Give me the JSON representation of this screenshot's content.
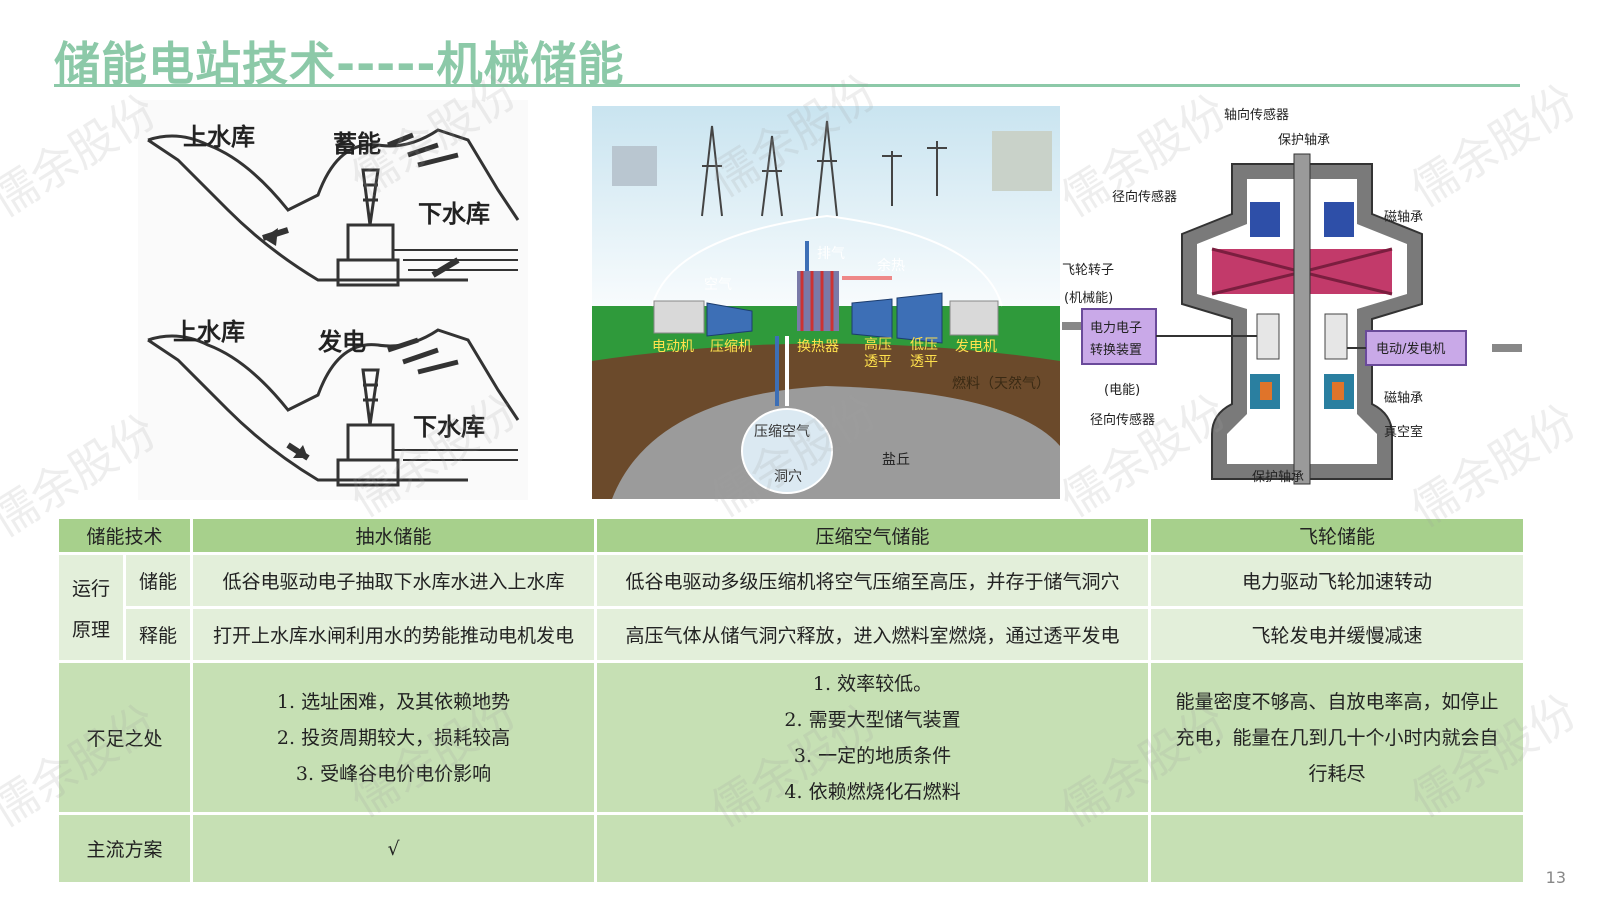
{
  "title": "储能电站技术-----机械储能",
  "watermark": "儒余股份",
  "page_number": "13",
  "pumped_hydro_figure": {
    "upper_reservoir": "上水库",
    "store": "蓄能",
    "lower_reservoir": "下水库",
    "generate": "发电"
  },
  "caes_figure": {
    "exhaust": "排气",
    "air": "空气",
    "waste_heat": "余热",
    "motor": "电动机",
    "compressor": "压缩机",
    "heat_exchanger": "换热器",
    "hp_turbine_1": "高压",
    "hp_turbine_2": "透平",
    "lp_turbine_1": "低压",
    "lp_turbine_2": "透平",
    "generator": "发电机",
    "fuel": "燃料（天然气）",
    "compressed_air": "压缩空气",
    "cavern": "洞穴",
    "salt_dome": "盐丘"
  },
  "flywheel_figure": {
    "axial_sensor": "轴向传感器",
    "protective_bearing_top": "保护轴承",
    "radial_sensor_top": "径向传感器",
    "magnetic_bearing_top": "磁轴承",
    "flywheel_rotor": "飞轮转子",
    "mechanical": "(机械能)",
    "power_electronics_1": "电力电子",
    "power_electronics_2": "转换装置",
    "electrical": "(电能)",
    "motor_generator": "电动/发电机",
    "magnetic_bearing_bottom": "磁轴承",
    "radial_sensor_bottom": "径向传感器",
    "vacuum_chamber": "真空室",
    "protective_bearing_bottom": "保护轴承"
  },
  "table": {
    "headers": [
      "储能技术",
      "抽水储能",
      "压缩空气储能",
      "飞轮储能"
    ],
    "principle_label_1": "运行",
    "principle_label_2": "原理",
    "store_label": "储能",
    "release_label": "释能",
    "store_row": [
      "低谷电驱动电子抽取下水库水进入上水库",
      "低谷电驱动多级压缩机将空气压缩至高压，并存于储气洞穴",
      "电力驱动飞轮加速转动"
    ],
    "release_row": [
      "打开上水库水闸利用水的势能推动电机发电",
      "高压气体从储气洞穴释放，进入燃料室燃烧，通过透平发电",
      "飞轮发电并缓慢减速"
    ],
    "shortcomings_label": "不足之处",
    "shortcomings": {
      "pumped": [
        "1. 选址困难，及其依赖地势",
        "2. 投资周期较大，损耗较高",
        "3. 受峰谷电价电价影响"
      ],
      "caes": [
        "1. 效率较低。",
        "2. 需要大型储气装置",
        "3. 一定的地质条件",
        "4. 依赖燃烧化石燃料"
      ],
      "flywheel": [
        "能量密度不够高、自放电率高，如停止",
        "充电，能量在几到几十个小时内就会自",
        "行耗尽"
      ]
    },
    "mainstream_label": "主流方案",
    "mainstream": [
      "√",
      "",
      ""
    ]
  }
}
